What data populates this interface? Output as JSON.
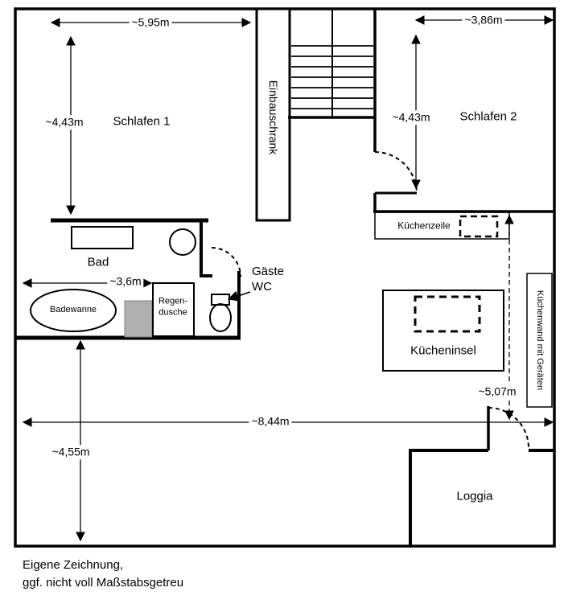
{
  "floorplan": {
    "rooms": {
      "schlafen1": "Schlafen 1",
      "schlafen2": "Schlafen 2",
      "bad": "Bad",
      "gaeste_wc": "Gäste\nWC",
      "loggia": "Loggia",
      "einbauschrank": "Einbauschrank",
      "kuecheninsel": "Kücheninsel",
      "kuechenzeile": "Küchenzeile",
      "kuechenwand": "Küchenwand mit Geräten"
    },
    "fixtures": {
      "badewanne": "Badewanne",
      "regendusche": "Regen-\ndusche"
    },
    "dimensions": {
      "schlafen1_width": "~5,95m",
      "schlafen2_width": "~3,86m",
      "schlafen1_height": "~4,43m",
      "schlafen2_height": "~4,43m",
      "bad_width": "~3,6m",
      "kitchen_height": "~5,07m",
      "total_width": "~8,44m",
      "lower_height": "~4,55m"
    },
    "footer": {
      "line1": "Eigene Zeichnung,",
      "line2": "ggf. nicht voll Maßstabsgetreu"
    }
  },
  "colors": {
    "line": "#000000",
    "background": "#ffffff",
    "shower_tray": "#b0b0b0"
  }
}
